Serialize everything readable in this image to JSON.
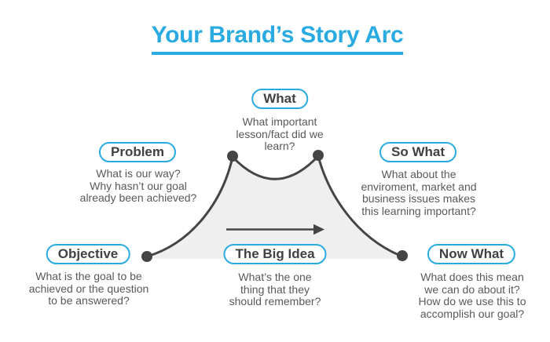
{
  "title": {
    "text": "Your Brand’s Story Arc"
  },
  "colors": {
    "accent_blue": "#29ABE2",
    "dark_gray": "#454545",
    "label_text_gray": "#414042",
    "body_text_gray": "#58595B",
    "arc_fill_gray": "#EFEFEF",
    "background": "#FFFFFF"
  },
  "icons": {
    "arrow": "right-arrow"
  },
  "nodes": [
    {
      "id": "objective",
      "label": "Objective",
      "description": "What is the goal to be\nachieved or the question\nto be answered?"
    },
    {
      "id": "problem",
      "label": "Problem",
      "description": "What is our way?\nWhy hasn’t our goal\nalready been achieved?"
    },
    {
      "id": "what",
      "label": "What",
      "description": "What important\nlesson/fact did we\nlearn?"
    },
    {
      "id": "so-what",
      "label": "So What",
      "description": "What about the\nenviroment, market and\nbusiness issues makes\nthis learning important?"
    },
    {
      "id": "big-idea",
      "label": "The Big Idea",
      "description": "What’s the one\nthing that they\nshould remember?"
    },
    {
      "id": "now-what",
      "label": "Now What",
      "description": "What does this mean\nwe can do about it?\nHow do we use this to\naccomplish our goal?"
    }
  ]
}
